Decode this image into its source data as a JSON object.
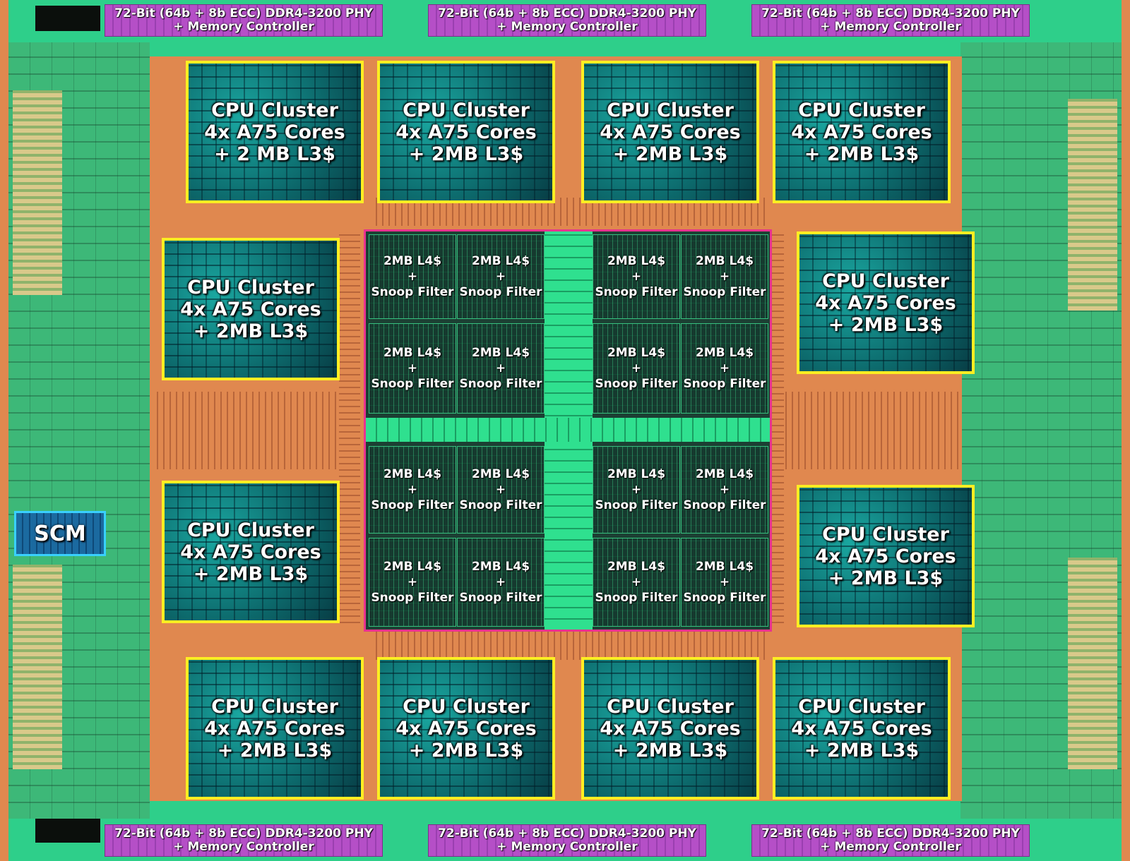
{
  "phy": {
    "line1": "72-Bit (64b + 8b ECC) DDR4-3200 PHY",
    "line2": "+ Memory Controller"
  },
  "clusters": [
    {
      "title": "CPU Cluster",
      "cores": "4x A75 Cores",
      "cache": "+ 2 MB L3$"
    },
    {
      "title": "CPU Cluster",
      "cores": "4x A75 Cores",
      "cache": "+ 2MB L3$"
    }
  ],
  "l4": {
    "line1": "2MB L4$",
    "line2": "+",
    "line3": "Snoop Filter"
  },
  "scm": {
    "label": "SCM"
  },
  "colors": {
    "cluster_border": "#ffee22",
    "l4_border": "#e8338f",
    "scm_border": "#39d0ff",
    "phy_fill": "#b54fc7",
    "fabric": "#e0884f",
    "die_base": "#2ecf8a"
  }
}
